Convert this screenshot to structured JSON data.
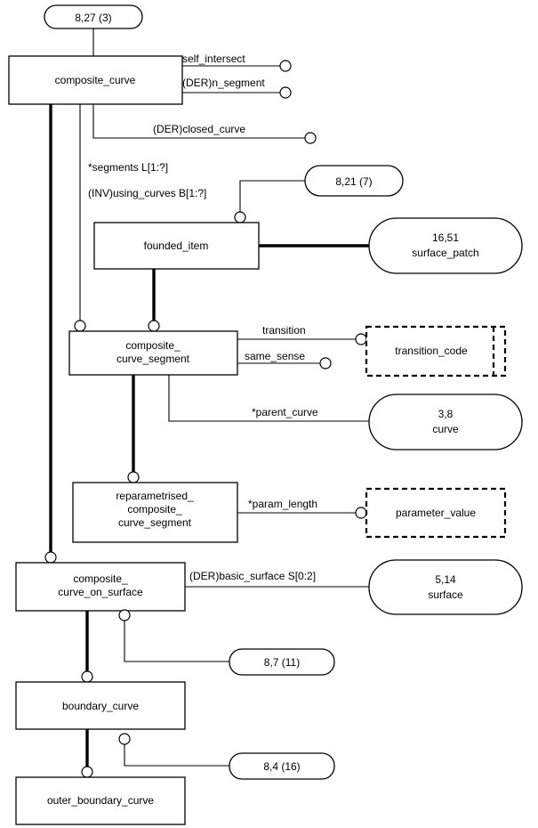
{
  "entities": {
    "composite_curve": "composite_curve",
    "founded_item": "founded_item",
    "composite_curve_segment": [
      "composite_",
      "curve_segment"
    ],
    "reparametrised": [
      "reparametrised_",
      "composite_",
      "curve_segment"
    ],
    "composite_curve_on_surface": [
      "composite_",
      "curve_on_surface"
    ],
    "boundary_curve": "boundary_curve",
    "outer_boundary_curve": "outer_boundary_curve"
  },
  "types": {
    "transition_code": "transition_code",
    "parameter_value": "parameter_value"
  },
  "references": {
    "ref_8_27": "8,27 (3)",
    "ref_8_21": "8,21 (7)",
    "ref_16_51": [
      "16,51",
      "surface_patch"
    ],
    "ref_3_8": [
      "3,8",
      "curve"
    ],
    "ref_5_14": [
      "5,14",
      "surface"
    ],
    "ref_8_7": "8,7 (11)",
    "ref_8_4": "8,4 (16)"
  },
  "attributes": {
    "self_intersect": "self_intersect",
    "n_segment": "(DER)n_segment",
    "closed_curve": "(DER)closed_curve",
    "segments": "*segments L[1:?]",
    "using_curves": "(INV)using_curves B[1:?]",
    "transition": "transition",
    "same_sense": "same_sense",
    "parent_curve": "*parent_curve",
    "param_length": "*param_length",
    "basic_surface": "(DER)basic_surface S[0:2]"
  }
}
